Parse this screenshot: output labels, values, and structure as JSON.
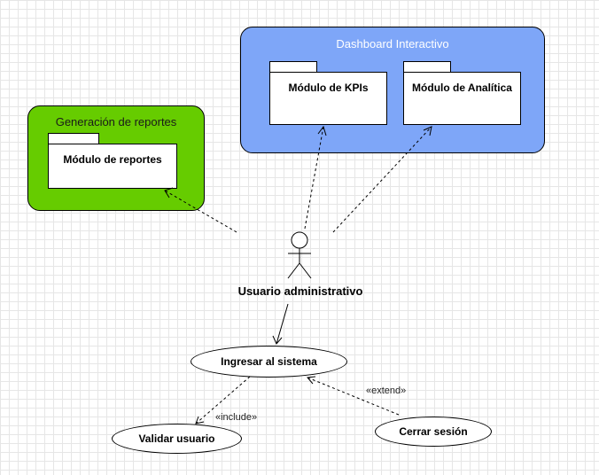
{
  "containers": {
    "reports": {
      "title": "Generación de reportes"
    },
    "dashboard": {
      "title": "Dashboard Interactivo"
    }
  },
  "packages": {
    "reports": "Módulo de reportes",
    "kpis": "Módulo de KPIs",
    "analytics": "Módulo de Analítica"
  },
  "actor": {
    "name": "Usuario administrativo"
  },
  "usecases": {
    "login": "Ingresar al sistema",
    "validate": "Validar usuario",
    "logout": "Cerrar sesión"
  },
  "relations": {
    "include": "«include»",
    "extend": "«extend»"
  },
  "colors": {
    "reports_container": "#66cc00",
    "dashboard_container": "#7ea6f8",
    "grid": "#e6e6e6"
  }
}
